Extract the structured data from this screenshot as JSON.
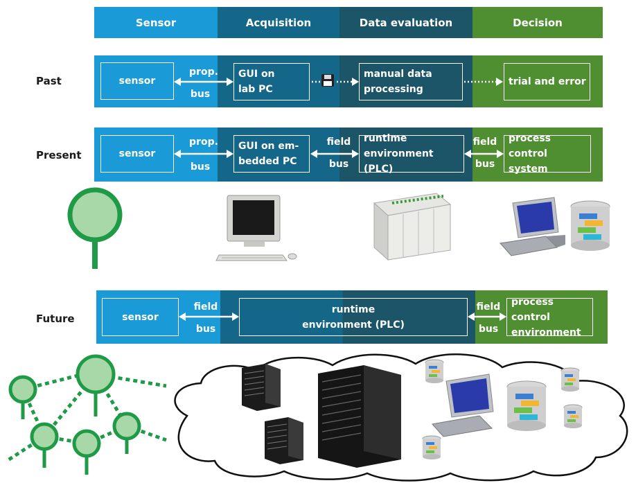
{
  "header": {
    "sensor": "Sensor",
    "acquisition": "Acquisition",
    "data_evaluation": "Data evaluation",
    "decision": "Decision"
  },
  "rows": {
    "past": {
      "label": "Past",
      "sensor": "sensor",
      "link1_top": "prop.",
      "link1_bottom": "bus",
      "gui": "GUI on\nlab PC",
      "processing": "manual data\nprocessing",
      "decision": "trial and error"
    },
    "present": {
      "label": "Present",
      "sensor": "sensor",
      "link1_top": "prop.",
      "link1_bottom": "bus",
      "gui": "GUI on em-\nbedded PC",
      "link2_top": "field",
      "link2_bottom": "bus",
      "runtime": "runtime\nenvironment (PLC)",
      "link3_top": "field",
      "link3_bottom": "bus",
      "decision": "process control\nsystem"
    },
    "future": {
      "label": "Future",
      "sensor": "sensor",
      "link1_top": "field",
      "link1_bottom": "bus",
      "runtime": "runtime\nenvironment (PLC)",
      "link2_top": "field",
      "link2_bottom": "bus",
      "decision": "process control\nenvironment"
    }
  },
  "icons": [
    "single-sensor-icon",
    "desktop-pc-icon",
    "plc-controller-icon",
    "workstation-icon",
    "database-icon",
    "sensor-network-icon",
    "cloud-icon",
    "server-rack-icon"
  ]
}
